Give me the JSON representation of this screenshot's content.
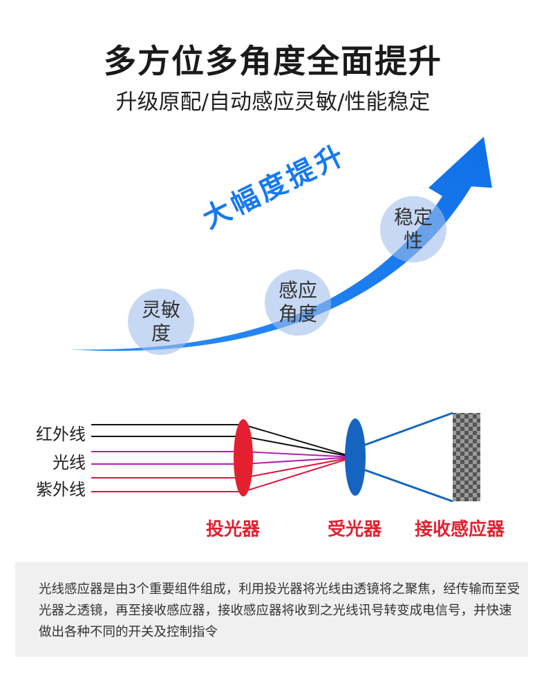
{
  "header": {
    "title": "多方位多角度全面提升",
    "subtitle": "升级原配/自动感应灵敏/性能稳定"
  },
  "curve": {
    "boost_text": "大幅度提升",
    "bubbles": [
      {
        "line1": "灵敏",
        "line2": "度"
      },
      {
        "line1": "感应",
        "line2": "角度"
      },
      {
        "line1": "稳定",
        "line2": "性"
      }
    ]
  },
  "diagram": {
    "rays": [
      {
        "label": "红外线"
      },
      {
        "label": "光线"
      },
      {
        "label": "紫外线"
      }
    ],
    "devices": {
      "emitter": "投光器",
      "receiver": "受光器",
      "sensor": "接收感应器"
    },
    "colors": {
      "infrared": "#111111",
      "light": "#b020b0",
      "ultraviolet": "#e0143c",
      "emitter_lens": "#e41f2f",
      "receiver_lens": "#1565c0",
      "sensor_beam": "#1565c0",
      "arrow": "#1779f0"
    }
  },
  "description": "光线感应器是由3个重要组件组成，利用投光器将光线由透镜将之聚焦，经传输而至受光器之透镜，再至接收感应器，接收感应器将收到之光线讯号转变成电信号，并快速做出各种不同的开关及控制指令"
}
